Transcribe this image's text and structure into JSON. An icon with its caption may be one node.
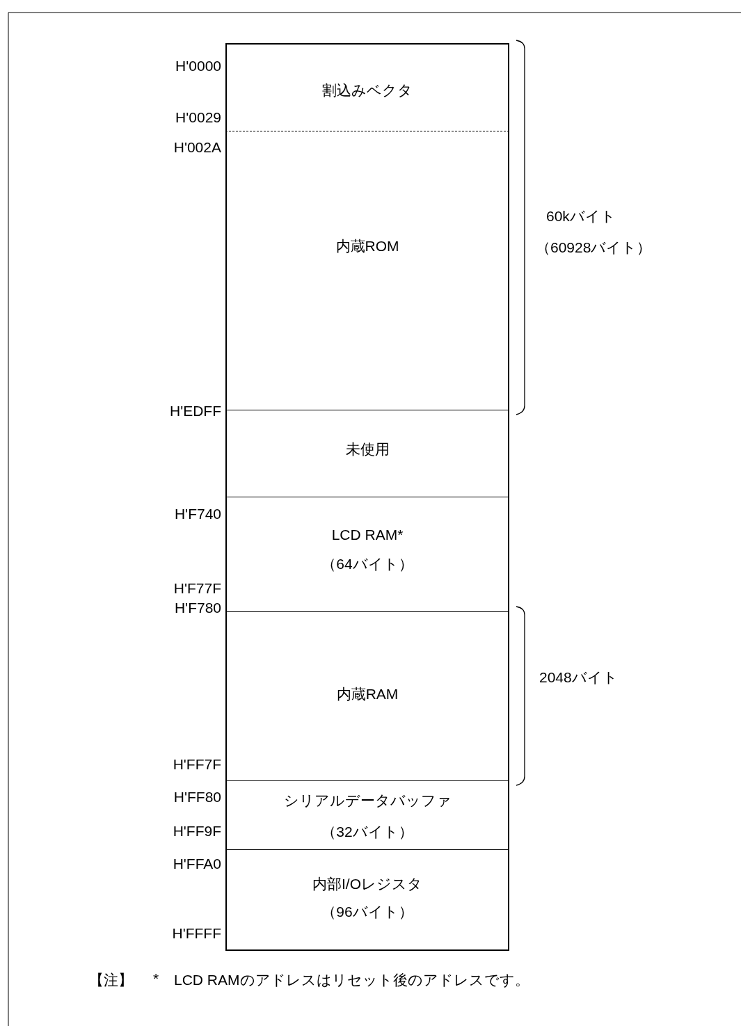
{
  "diagram": {
    "nodes": [
      {
        "text": [
          "割込みベクタ"
        ]
      },
      {
        "text": [
          "内蔵ROM"
        ]
      },
      {
        "text": [
          "未使用"
        ]
      },
      {
        "text": [
          "LCD RAM*",
          "（64バイト）"
        ]
      },
      {
        "text": [
          "内蔵RAM"
        ]
      },
      {
        "text": [
          "シリアルデータバッファ",
          "（32バイト）"
        ]
      },
      {
        "text": [
          "内部I/Oレジスタ",
          "（96バイト）"
        ]
      }
    ],
    "labels": [
      "H'0000",
      "H'0029",
      "H'002A",
      "60kバイト",
      "（60928バイト）",
      "H'EDFF",
      "H'F740",
      "H'F77F",
      "H'F780",
      "2048バイト",
      "H'FF7F",
      "H'FF80",
      "H'FF9F",
      "H'FFA0",
      "H'FFFF",
      "【注】",
      "*",
      "LCD RAMのアドレスはリセット後のアドレスです。"
    ]
  }
}
